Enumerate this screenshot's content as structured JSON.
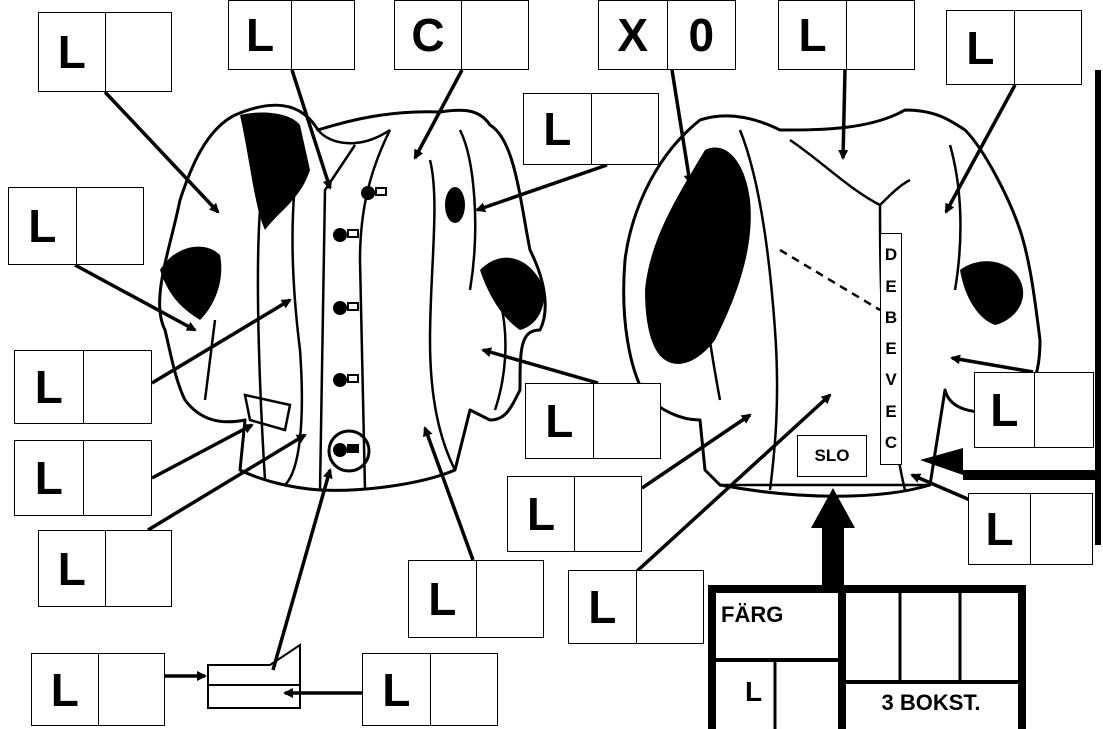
{
  "labels": {
    "b1": "L",
    "b2": "L",
    "b3": "C",
    "b4a": "X",
    "b4b": "0",
    "b5": "L",
    "b6": "L",
    "b7": "L",
    "b8": "L",
    "b9": "L",
    "b10": "L",
    "b11": "L",
    "b12": "L",
    "b13": "L",
    "b14": "L",
    "b15": "L",
    "b16": "L",
    "b17": "L",
    "b18": "L",
    "b19": "L"
  },
  "sponsor_letters": [
    "D",
    "E",
    "B",
    "E",
    "V",
    "E",
    "C"
  ],
  "nation": "SLO",
  "table": {
    "farg_label": "FÄRG",
    "l_label": "L",
    "bokst_label": "3 BOKST."
  }
}
